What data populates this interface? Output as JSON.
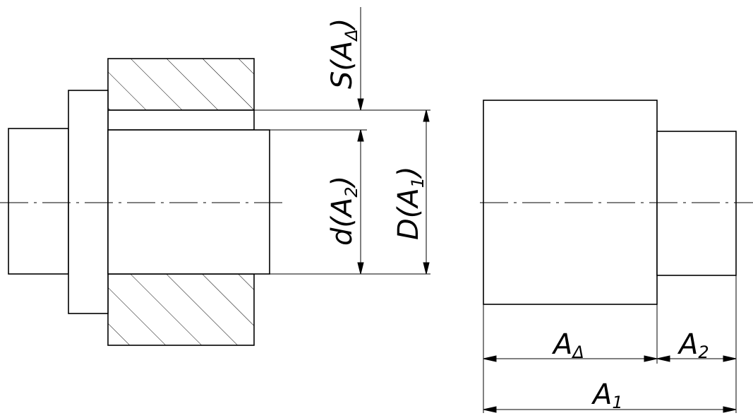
{
  "labels": {
    "gap_vertical": "S(A",
    "gap_vertical_sub": "Δ",
    "gap_vertical_close": ")",
    "shaft_vertical": "d(A",
    "shaft_vertical_sub": "2",
    "shaft_vertical_close": ")",
    "bore_vertical": "D(A",
    "bore_vertical_sub": "1",
    "bore_vertical_close": ")",
    "closing_link": "A",
    "closing_link_sub": "Δ",
    "link_a2": "A",
    "link_a2_sub": "2",
    "link_a1": "A",
    "link_a1_sub": "1"
  },
  "colors": {
    "line": "#000000",
    "background": "#ffffff"
  }
}
